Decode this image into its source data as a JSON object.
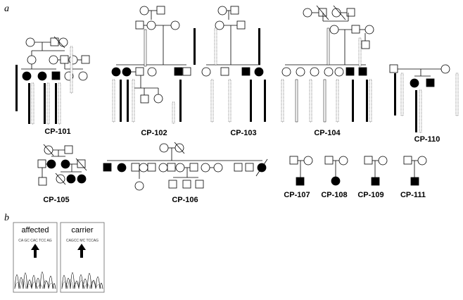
{
  "panel_a_label": "a",
  "panel_b_label": "b",
  "families": {
    "cp101": "CP-101",
    "cp102": "CP-102",
    "cp103": "CP-103",
    "cp104": "CP-104",
    "cp105": "CP-105",
    "cp106": "CP-106",
    "cp107": "CP-107",
    "cp108": "CP-108",
    "cp109": "CP-109",
    "cp110": "CP-110",
    "cp111": "CP-111"
  },
  "chromatograms": {
    "affected": {
      "label": "affected",
      "sequence": "CA GC CAC TCC AG"
    },
    "carrier": {
      "label": "carrier",
      "sequence": "CAGCC MC TCCAG"
    }
  }
}
